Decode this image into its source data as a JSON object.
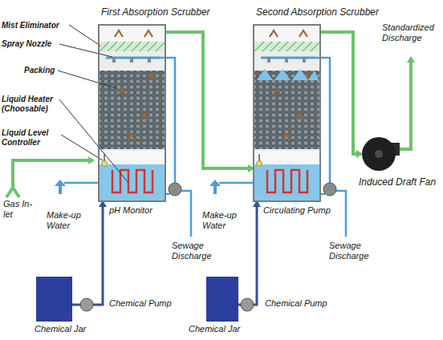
{
  "diagram": {
    "nodes": [
      {
        "text": [
          "First Absorption Scrubber"
        ]
      },
      {
        "text": [
          "Second Absorption Scrubber"
        ]
      },
      {
        "text": [
          "Induced Draft Fan"
        ]
      },
      {
        "text": [
          "Chemical Jar"
        ]
      },
      {
        "text": [
          "Chemical Jar"
        ]
      }
    ],
    "edges": [
      {
        "from": 0,
        "to": 1,
        "arrow": "to"
      },
      {
        "from": 1,
        "to": 2,
        "arrow": "to"
      },
      {
        "from": 3,
        "to": 0,
        "arrow": "to"
      },
      {
        "from": 4,
        "to": 1,
        "arrow": "to"
      }
    ],
    "labels": [
      "Mist Eliminator",
      "Spray Nozzle",
      "Packing",
      "Liquid Heater (Choosable)",
      "Liquid Level Controller",
      "Gas In-let",
      "Make-up Water",
      "pH Monitor",
      "Sewage Discharge",
      "Make-up Water",
      "Circulating Pump",
      "Sewage Discharge",
      "Standardized Discharge",
      "Chemical Pump",
      "Chemical Pump"
    ]
  }
}
